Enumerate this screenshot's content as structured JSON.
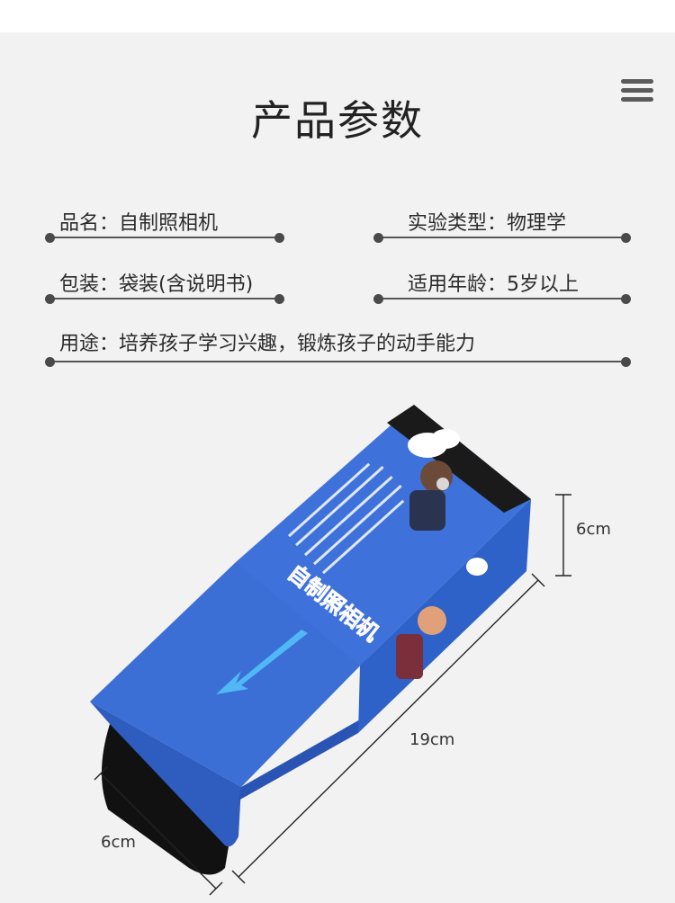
{
  "header": {
    "title": "产品参数",
    "menu_icon": "hamburger-menu-icon"
  },
  "specs": [
    {
      "text": "品名：自制照相机"
    },
    {
      "text": "实验类型：物理学"
    },
    {
      "text": "包装：袋装(含说明书)"
    },
    {
      "text": "适用年龄：5岁以上"
    },
    {
      "text": "用途：培养孩子学习兴趣，锻炼孩子的动手能力"
    }
  ],
  "product": {
    "box_title": "自制照相机",
    "dimensions": {
      "height": "6cm",
      "length": "19cm",
      "width": "6cm"
    }
  },
  "colors": {
    "box_blue": "#3b6fd6",
    "box_dark": "#111111",
    "arrow": "#4fb8f5",
    "background": "#f2f2f2"
  }
}
